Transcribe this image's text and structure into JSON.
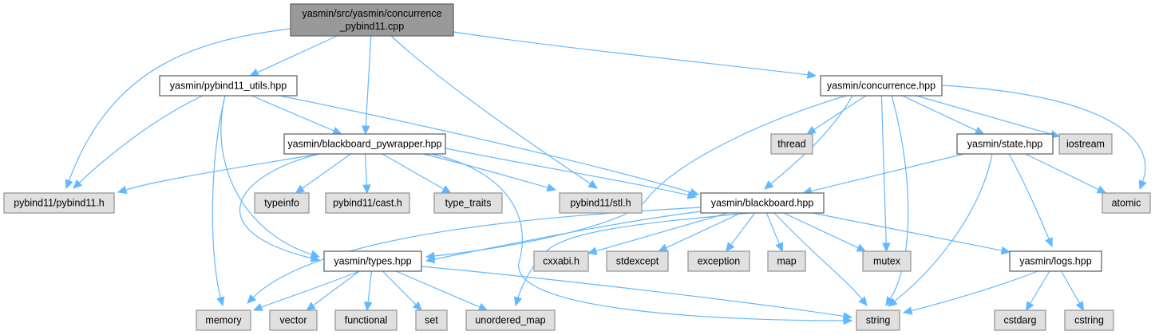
{
  "diagram": {
    "type": "include-dependency-graph",
    "edge_color": "#63b8ff",
    "nodes": [
      {
        "id": "root",
        "label_lines": [
          "yasmin/src/yasmin/concurrence",
          "_pybind11.cpp"
        ],
        "kind": "root"
      },
      {
        "id": "pybind11_utils",
        "label_lines": [
          "yasmin/pybind11_utils.hpp"
        ],
        "kind": "local"
      },
      {
        "id": "blackboard_pywrapper",
        "label_lines": [
          "yasmin/blackboard_pywrapper.hpp"
        ],
        "kind": "local"
      },
      {
        "id": "concurrence",
        "label_lines": [
          "yasmin/concurrence.hpp"
        ],
        "kind": "local"
      },
      {
        "id": "state",
        "label_lines": [
          "yasmin/state.hpp"
        ],
        "kind": "local"
      },
      {
        "id": "blackboard",
        "label_lines": [
          "yasmin/blackboard.hpp"
        ],
        "kind": "local"
      },
      {
        "id": "types",
        "label_lines": [
          "yasmin/types.hpp"
        ],
        "kind": "local"
      },
      {
        "id": "logs",
        "label_lines": [
          "yasmin/logs.hpp"
        ],
        "kind": "local"
      },
      {
        "id": "pybind11_h",
        "label_lines": [
          "pybind11/pybind11.h"
        ],
        "kind": "system"
      },
      {
        "id": "typeinfo",
        "label_lines": [
          "typeinfo"
        ],
        "kind": "system"
      },
      {
        "id": "cast_h",
        "label_lines": [
          "pybind11/cast.h"
        ],
        "kind": "system"
      },
      {
        "id": "type_traits",
        "label_lines": [
          "type_traits"
        ],
        "kind": "system"
      },
      {
        "id": "stl_h",
        "label_lines": [
          "pybind11/stl.h"
        ],
        "kind": "system"
      },
      {
        "id": "thread",
        "label_lines": [
          "thread"
        ],
        "kind": "system"
      },
      {
        "id": "iostream",
        "label_lines": [
          "iostream"
        ],
        "kind": "system"
      },
      {
        "id": "atomic",
        "label_lines": [
          "atomic"
        ],
        "kind": "system"
      },
      {
        "id": "cxxabi",
        "label_lines": [
          "cxxabi.h"
        ],
        "kind": "system"
      },
      {
        "id": "stdexcept",
        "label_lines": [
          "stdexcept"
        ],
        "kind": "system"
      },
      {
        "id": "exception",
        "label_lines": [
          "exception"
        ],
        "kind": "system"
      },
      {
        "id": "map",
        "label_lines": [
          "map"
        ],
        "kind": "system"
      },
      {
        "id": "mutex",
        "label_lines": [
          "mutex"
        ],
        "kind": "system"
      },
      {
        "id": "memory",
        "label_lines": [
          "memory"
        ],
        "kind": "system"
      },
      {
        "id": "vector",
        "label_lines": [
          "vector"
        ],
        "kind": "system"
      },
      {
        "id": "functional",
        "label_lines": [
          "functional"
        ],
        "kind": "system"
      },
      {
        "id": "set",
        "label_lines": [
          "set"
        ],
        "kind": "system"
      },
      {
        "id": "unordered_map",
        "label_lines": [
          "unordered_map"
        ],
        "kind": "system"
      },
      {
        "id": "string",
        "label_lines": [
          "string"
        ],
        "kind": "system"
      },
      {
        "id": "cstdarg",
        "label_lines": [
          "cstdarg"
        ],
        "kind": "system"
      },
      {
        "id": "cstring",
        "label_lines": [
          "cstring"
        ],
        "kind": "system"
      }
    ],
    "edges": [
      {
        "from": "root",
        "to": "pybind11_utils"
      },
      {
        "from": "root",
        "to": "pybind11_h"
      },
      {
        "from": "root",
        "to": "blackboard_pywrapper"
      },
      {
        "from": "root",
        "to": "stl_h"
      },
      {
        "from": "root",
        "to": "concurrence"
      },
      {
        "from": "pybind11_utils",
        "to": "pybind11_h"
      },
      {
        "from": "pybind11_utils",
        "to": "blackboard_pywrapper"
      },
      {
        "from": "pybind11_utils",
        "to": "blackboard"
      },
      {
        "from": "pybind11_utils",
        "to": "memory"
      },
      {
        "from": "pybind11_utils",
        "to": "types"
      },
      {
        "from": "blackboard_pywrapper",
        "to": "pybind11_h"
      },
      {
        "from": "blackboard_pywrapper",
        "to": "typeinfo"
      },
      {
        "from": "blackboard_pywrapper",
        "to": "cast_h"
      },
      {
        "from": "blackboard_pywrapper",
        "to": "type_traits"
      },
      {
        "from": "blackboard_pywrapper",
        "to": "stl_h"
      },
      {
        "from": "blackboard_pywrapper",
        "to": "blackboard"
      },
      {
        "from": "blackboard_pywrapper",
        "to": "types"
      },
      {
        "from": "blackboard_pywrapper",
        "to": "string"
      },
      {
        "from": "concurrence",
        "to": "thread"
      },
      {
        "from": "concurrence",
        "to": "blackboard"
      },
      {
        "from": "concurrence",
        "to": "types"
      },
      {
        "from": "concurrence",
        "to": "mutex"
      },
      {
        "from": "concurrence",
        "to": "string"
      },
      {
        "from": "concurrence",
        "to": "state"
      },
      {
        "from": "concurrence",
        "to": "iostream"
      },
      {
        "from": "concurrence",
        "to": "atomic"
      },
      {
        "from": "state",
        "to": "blackboard"
      },
      {
        "from": "state",
        "to": "atomic"
      },
      {
        "from": "state",
        "to": "logs"
      },
      {
        "from": "state",
        "to": "string"
      },
      {
        "from": "blackboard",
        "to": "types"
      },
      {
        "from": "blackboard",
        "to": "memory"
      },
      {
        "from": "blackboard",
        "to": "unordered_map"
      },
      {
        "from": "blackboard",
        "to": "cxxabi"
      },
      {
        "from": "blackboard",
        "to": "stdexcept"
      },
      {
        "from": "blackboard",
        "to": "exception"
      },
      {
        "from": "blackboard",
        "to": "map"
      },
      {
        "from": "blackboard",
        "to": "mutex"
      },
      {
        "from": "blackboard",
        "to": "string"
      },
      {
        "from": "blackboard",
        "to": "logs"
      },
      {
        "from": "types",
        "to": "memory"
      },
      {
        "from": "types",
        "to": "vector"
      },
      {
        "from": "types",
        "to": "functional"
      },
      {
        "from": "types",
        "to": "set"
      },
      {
        "from": "types",
        "to": "unordered_map"
      },
      {
        "from": "types",
        "to": "string"
      },
      {
        "from": "logs",
        "to": "string"
      },
      {
        "from": "logs",
        "to": "cstdarg"
      },
      {
        "from": "logs",
        "to": "cstring"
      }
    ]
  }
}
